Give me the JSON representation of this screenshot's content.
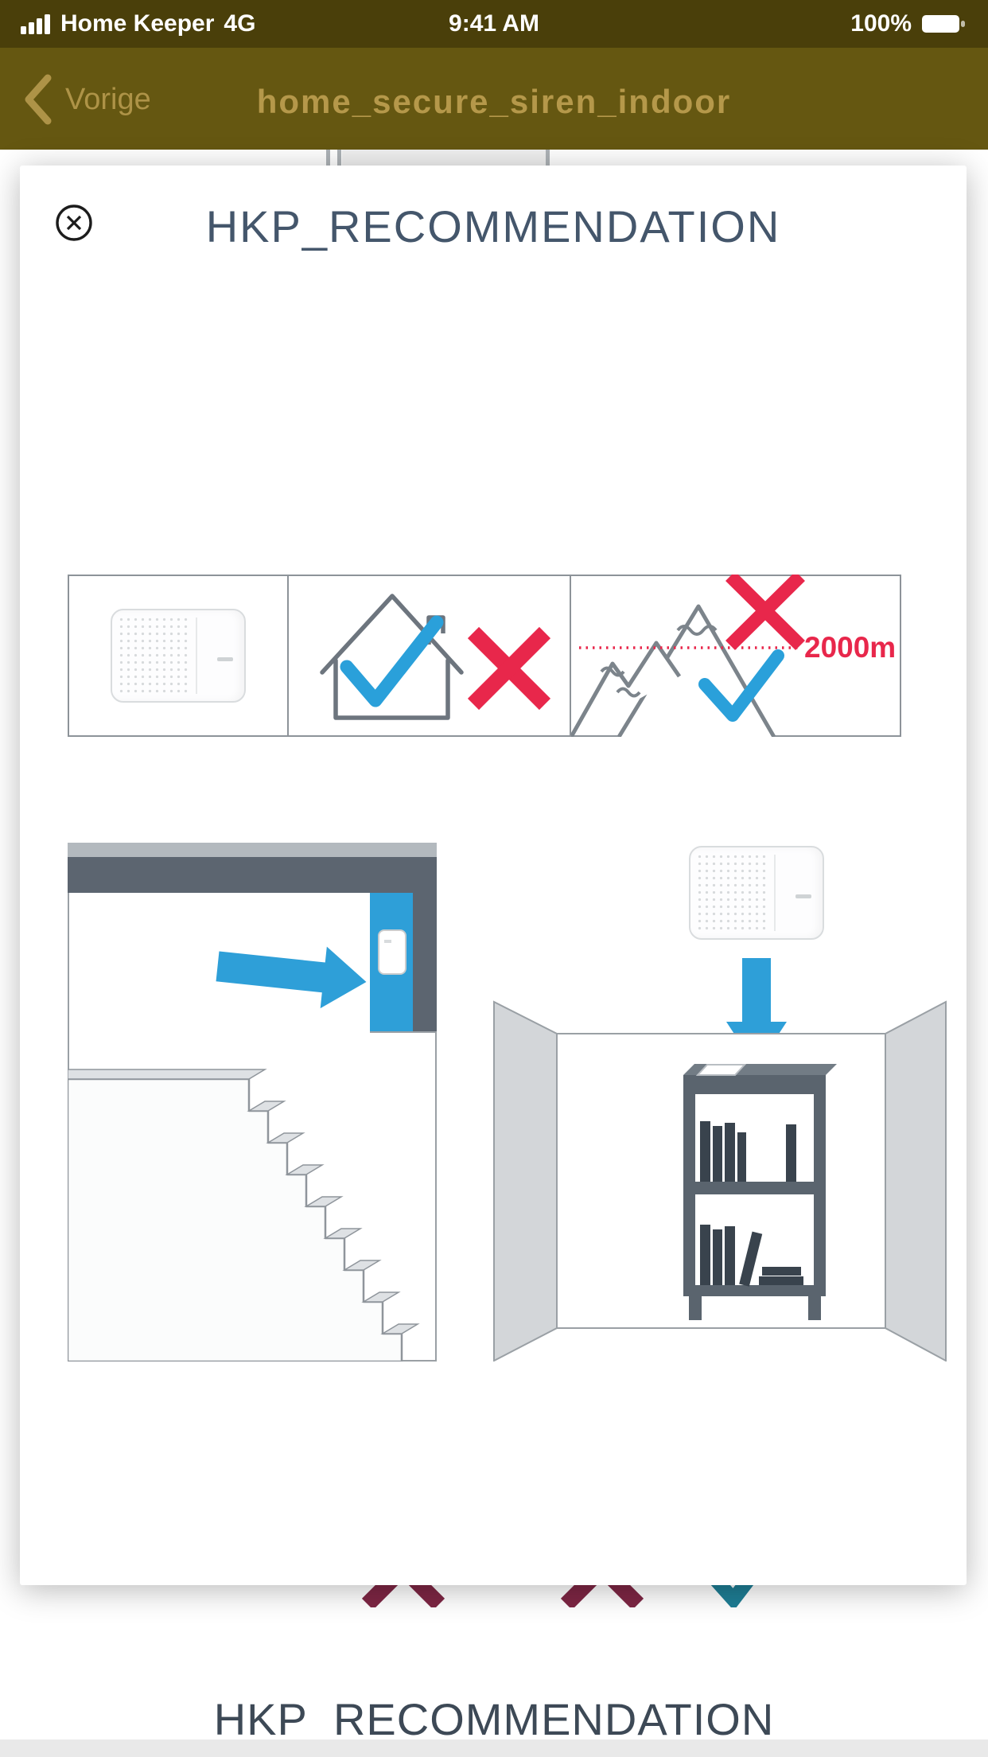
{
  "status_bar": {
    "carrier": "Home Keeper",
    "network": "4G",
    "time": "9:41 AM",
    "battery_percent": "100%"
  },
  "nav_bar": {
    "back_label": "Vorige",
    "title": "home_secure_siren_indoor"
  },
  "modal": {
    "title": "HKP_RECOMMENDATION"
  },
  "underlying_page": {
    "title": "HKP_RECOMMENDATION"
  },
  "illustrations": {
    "altitude_label": "2000m"
  },
  "colors": {
    "accent_blue": "#2E9FD8",
    "alert_red": "#E8274B",
    "dimmed_red": "#7E2644",
    "dimmed_teal": "#1E7E95",
    "nav_background": "#655711",
    "status_background": "#4A3F0A",
    "nav_text_gold": "#B5984A",
    "modal_title_slate": "#44566B",
    "illustration_gray": "#5C6570"
  }
}
